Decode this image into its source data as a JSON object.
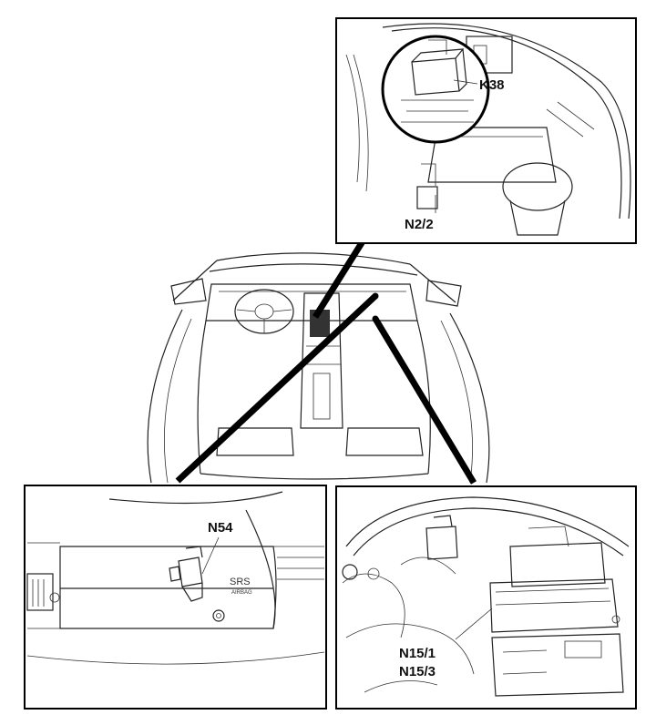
{
  "labels": {
    "k38": "K38",
    "n22": "N2/2",
    "n54": "N54",
    "n151": "N15/1",
    "n153": "N15/3",
    "srs": "SRS",
    "airbag": "AIRBAG"
  },
  "colors": {
    "ink": "#000000",
    "paper": "#ffffff"
  }
}
